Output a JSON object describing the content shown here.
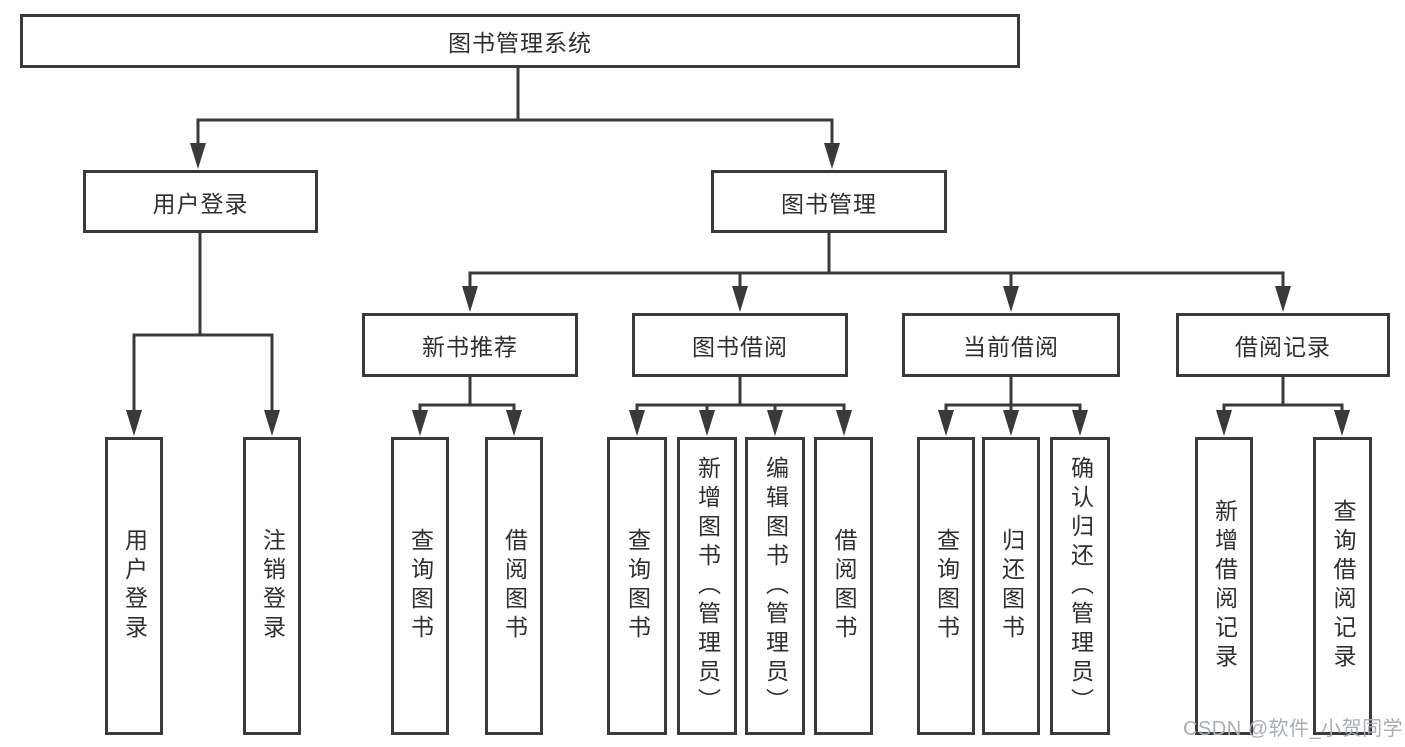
{
  "colors": {
    "line": "#3a3a3a",
    "box_border": "#3a3a3a",
    "text": "#2f2f2f",
    "watermark": "#a9aeb4",
    "background": "#ffffff"
  },
  "watermark": "CSDN @软件_小贺同学",
  "tree": {
    "label": "图书管理系统",
    "children": [
      {
        "label": "用户登录",
        "children": [
          {
            "label": "用户登录"
          },
          {
            "label": "注销登录"
          }
        ]
      },
      {
        "label": "图书管理",
        "children": [
          {
            "label": "新书推荐",
            "children": [
              {
                "label": "查询图书"
              },
              {
                "label": "借阅图书"
              }
            ]
          },
          {
            "label": "图书借阅",
            "children": [
              {
                "label": "查询图书"
              },
              {
                "label": "新增图书（管理员）"
              },
              {
                "label": "编辑图书（管理员）"
              },
              {
                "label": "借阅图书"
              }
            ]
          },
          {
            "label": "当前借阅",
            "children": [
              {
                "label": "查询图书"
              },
              {
                "label": "归还图书"
              },
              {
                "label": "确认归还（管理员）"
              }
            ]
          },
          {
            "label": "借阅记录",
            "children": [
              {
                "label": "新增借阅记录"
              },
              {
                "label": "查询借阅记录"
              }
            ]
          }
        ]
      }
    ]
  }
}
